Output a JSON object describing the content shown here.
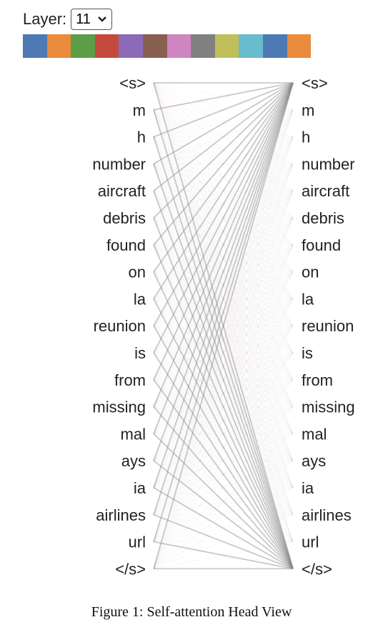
{
  "layer_control": {
    "label": "Layer:",
    "selected": "11"
  },
  "head_colors": [
    "#4e79b5",
    "#ea8b3d",
    "#5c9e47",
    "#c44b3c",
    "#8c6ab8",
    "#87604f",
    "#cf85c2",
    "#808080",
    "#c0bf5a",
    "#68bccb",
    "#4e79b5",
    "#ea8b3d"
  ],
  "tokens": [
    "<s>",
    "m",
    "h",
    "number",
    "aircraft",
    "debris",
    "found",
    "on",
    "la",
    "reunion",
    "is",
    "from",
    "missing",
    "mal",
    "ays",
    "ia",
    "airlines",
    "url",
    "</s>"
  ],
  "caption": "Figure 1: Self-attention Head View"
}
